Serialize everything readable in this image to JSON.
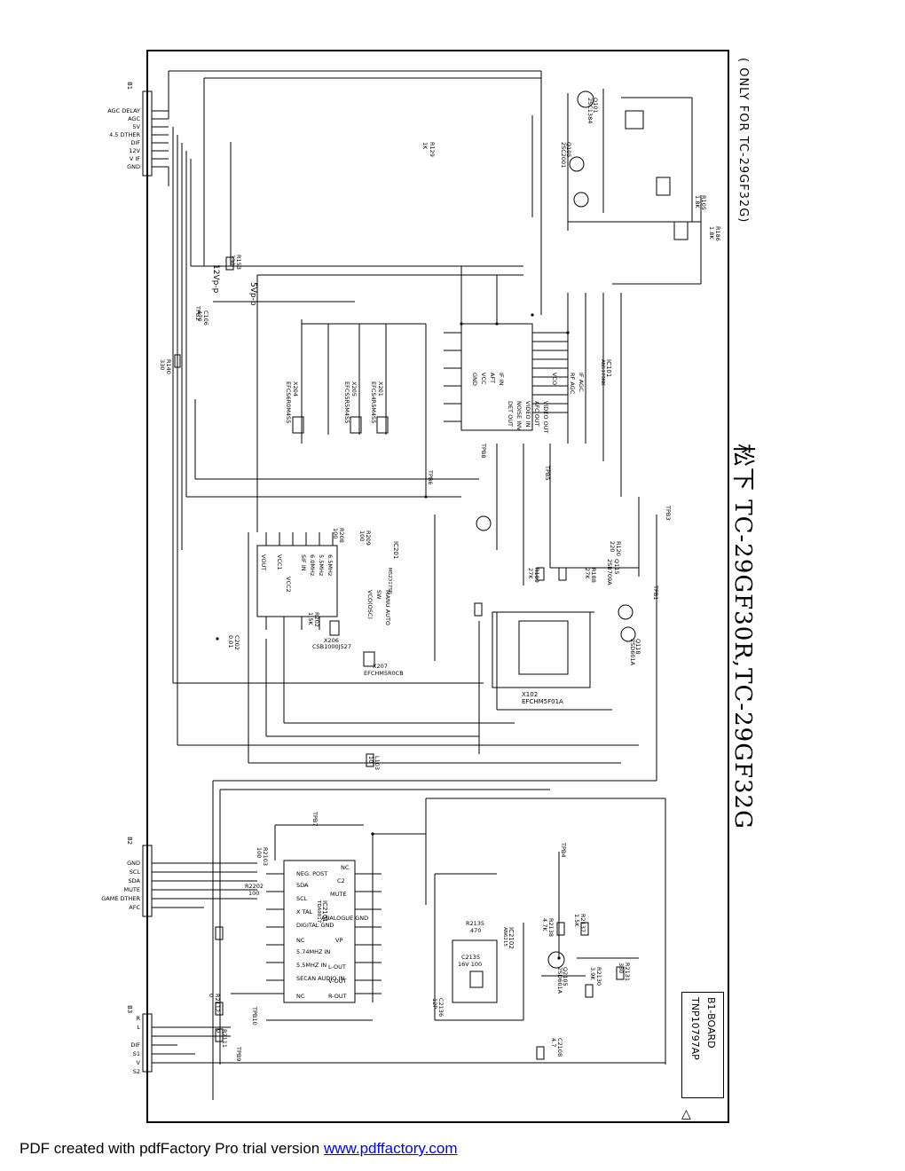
{
  "header": {
    "model_title": "松下 TC-29GF30R,TC-29GF32G",
    "variant_note": "( ONLY FOR TC-29GF32G)"
  },
  "board": {
    "name": "B1-BOARD",
    "part_number": "TNP10797AP",
    "symbol": "△"
  },
  "connectors": {
    "B1": {
      "id": "B1",
      "pins": [
        "AGC DELAY",
        "AGC",
        "5V",
        "4.5 DTHER",
        "DIF",
        "12V",
        "V IF",
        "GND"
      ]
    },
    "B2": {
      "id": "B2",
      "pins": [
        "GND",
        "SCL",
        "SDA",
        "MUTE",
        "GAME DTHER",
        "AFC"
      ]
    },
    "B3": {
      "id": "B3",
      "pins": [
        "R",
        "L",
        "DIF",
        "S1",
        "V",
        "S2"
      ]
    }
  },
  "ics": [
    {
      "ref": "IC101",
      "part": "AN5179NK"
    },
    {
      "ref": "IC201",
      "part": "M52317SP"
    },
    {
      "ref": "IC2101",
      "part": "TDA9817"
    },
    {
      "ref": "IC2102",
      "part": "AN6215"
    }
  ],
  "filters": [
    {
      "ref": "X102",
      "part": "EFCHM5F01A"
    },
    {
      "ref": "X201",
      "part": "EFCS4R5M4S5"
    },
    {
      "ref": "X206",
      "part": "CSB1000J527"
    },
    {
      "ref": "X207",
      "part": "EFCHM5R0CB"
    },
    {
      "ref": "X205",
      "part": "EFCS5R5M4S5"
    },
    {
      "ref": "X204",
      "part": "EFCS6R0M4S5"
    }
  ],
  "transistors": [
    {
      "ref": "Q101",
      "part": "2SC1384"
    },
    {
      "ref": "Q105",
      "part": "2SC2001"
    },
    {
      "ref": "Q115",
      "part": "2SB709A"
    },
    {
      "ref": "Q118",
      "part": "2SD601A"
    },
    {
      "ref": "Q2105",
      "part": "2SD601A"
    }
  ],
  "test_points": [
    "TPB1",
    "TPB2",
    "TPB3",
    "TPB4",
    "TPB5",
    "TPB6",
    "TPB7",
    "TPB8",
    "TPB9",
    "TPB10"
  ],
  "annotations": {
    "v1": "12Vp-p",
    "v2": "5Vp-p"
  },
  "ic101_pins": [
    "IF AGC",
    "RF AGC",
    "VCO",
    "VIDEO OUT",
    "AFC OUT",
    "VIDEO IN",
    "NOISE INV",
    "DET OUT",
    "IF IN",
    "AFT",
    "VCC",
    "GND"
  ],
  "ic201_pins": [
    "VCC1",
    "VCC2",
    "VOUT",
    "SIF IN",
    "5.5MHz",
    "6.0MHz",
    "6.5MHz",
    "SW",
    "VCO(OSC)",
    "MANU AUTO"
  ],
  "ic2101_pins": [
    "NEG. POST",
    "SDA",
    "SCL",
    "X TAL",
    "DIGITAL GND",
    "NC",
    "5.74MHZ IN",
    "5.5MHZ IN",
    "SECAN AUDIO IN",
    "NC",
    "R-OUT",
    "V-OUT",
    "L-OUT",
    "VP",
    "ANALOGUE GND",
    "MUTE",
    "C2",
    "NC"
  ],
  "components": [
    {
      "ref": "R129",
      "val": "1K"
    },
    {
      "ref": "R153",
      "val": "330"
    },
    {
      "ref": "C106",
      "val": "470"
    },
    {
      "ref": "R140",
      "val": "330"
    },
    {
      "ref": "R208",
      "val": "100"
    },
    {
      "ref": "R209",
      "val": "100"
    },
    {
      "ref": "R202",
      "val": "1.5K"
    },
    {
      "ref": "C202",
      "val": "0.01"
    },
    {
      "ref": "L103",
      "val": "10"
    },
    {
      "ref": "R2202",
      "val": "100"
    },
    {
      "ref": "R2103",
      "val": "100"
    },
    {
      "ref": "R2112",
      "val": "0"
    },
    {
      "ref": "R2111",
      "val": "0"
    },
    {
      "ref": "C2108",
      "val": "4.7"
    },
    {
      "ref": "R2138",
      "val": "4.7K"
    },
    {
      "ref": "R2137",
      "val": "1.5K"
    },
    {
      "ref": "R2135",
      "val": "470"
    },
    {
      "ref": "R2130",
      "val": "3.9K"
    },
    {
      "ref": "R2131",
      "val": "330"
    },
    {
      "ref": "C2136",
      "val": "12P"
    },
    {
      "ref": "C2135",
      "val": "16V 100"
    },
    {
      "ref": "R189",
      "val": "27K"
    },
    {
      "ref": "R188",
      "val": "27K"
    },
    {
      "ref": "R120",
      "val": "220"
    },
    {
      "ref": "R186",
      "val": "1.8K"
    },
    {
      "ref": "R105",
      "val": "1.8K"
    }
  ],
  "footer": {
    "text": "PDF created with pdfFactory Pro trial version ",
    "link": "www.pdffactory.com"
  }
}
